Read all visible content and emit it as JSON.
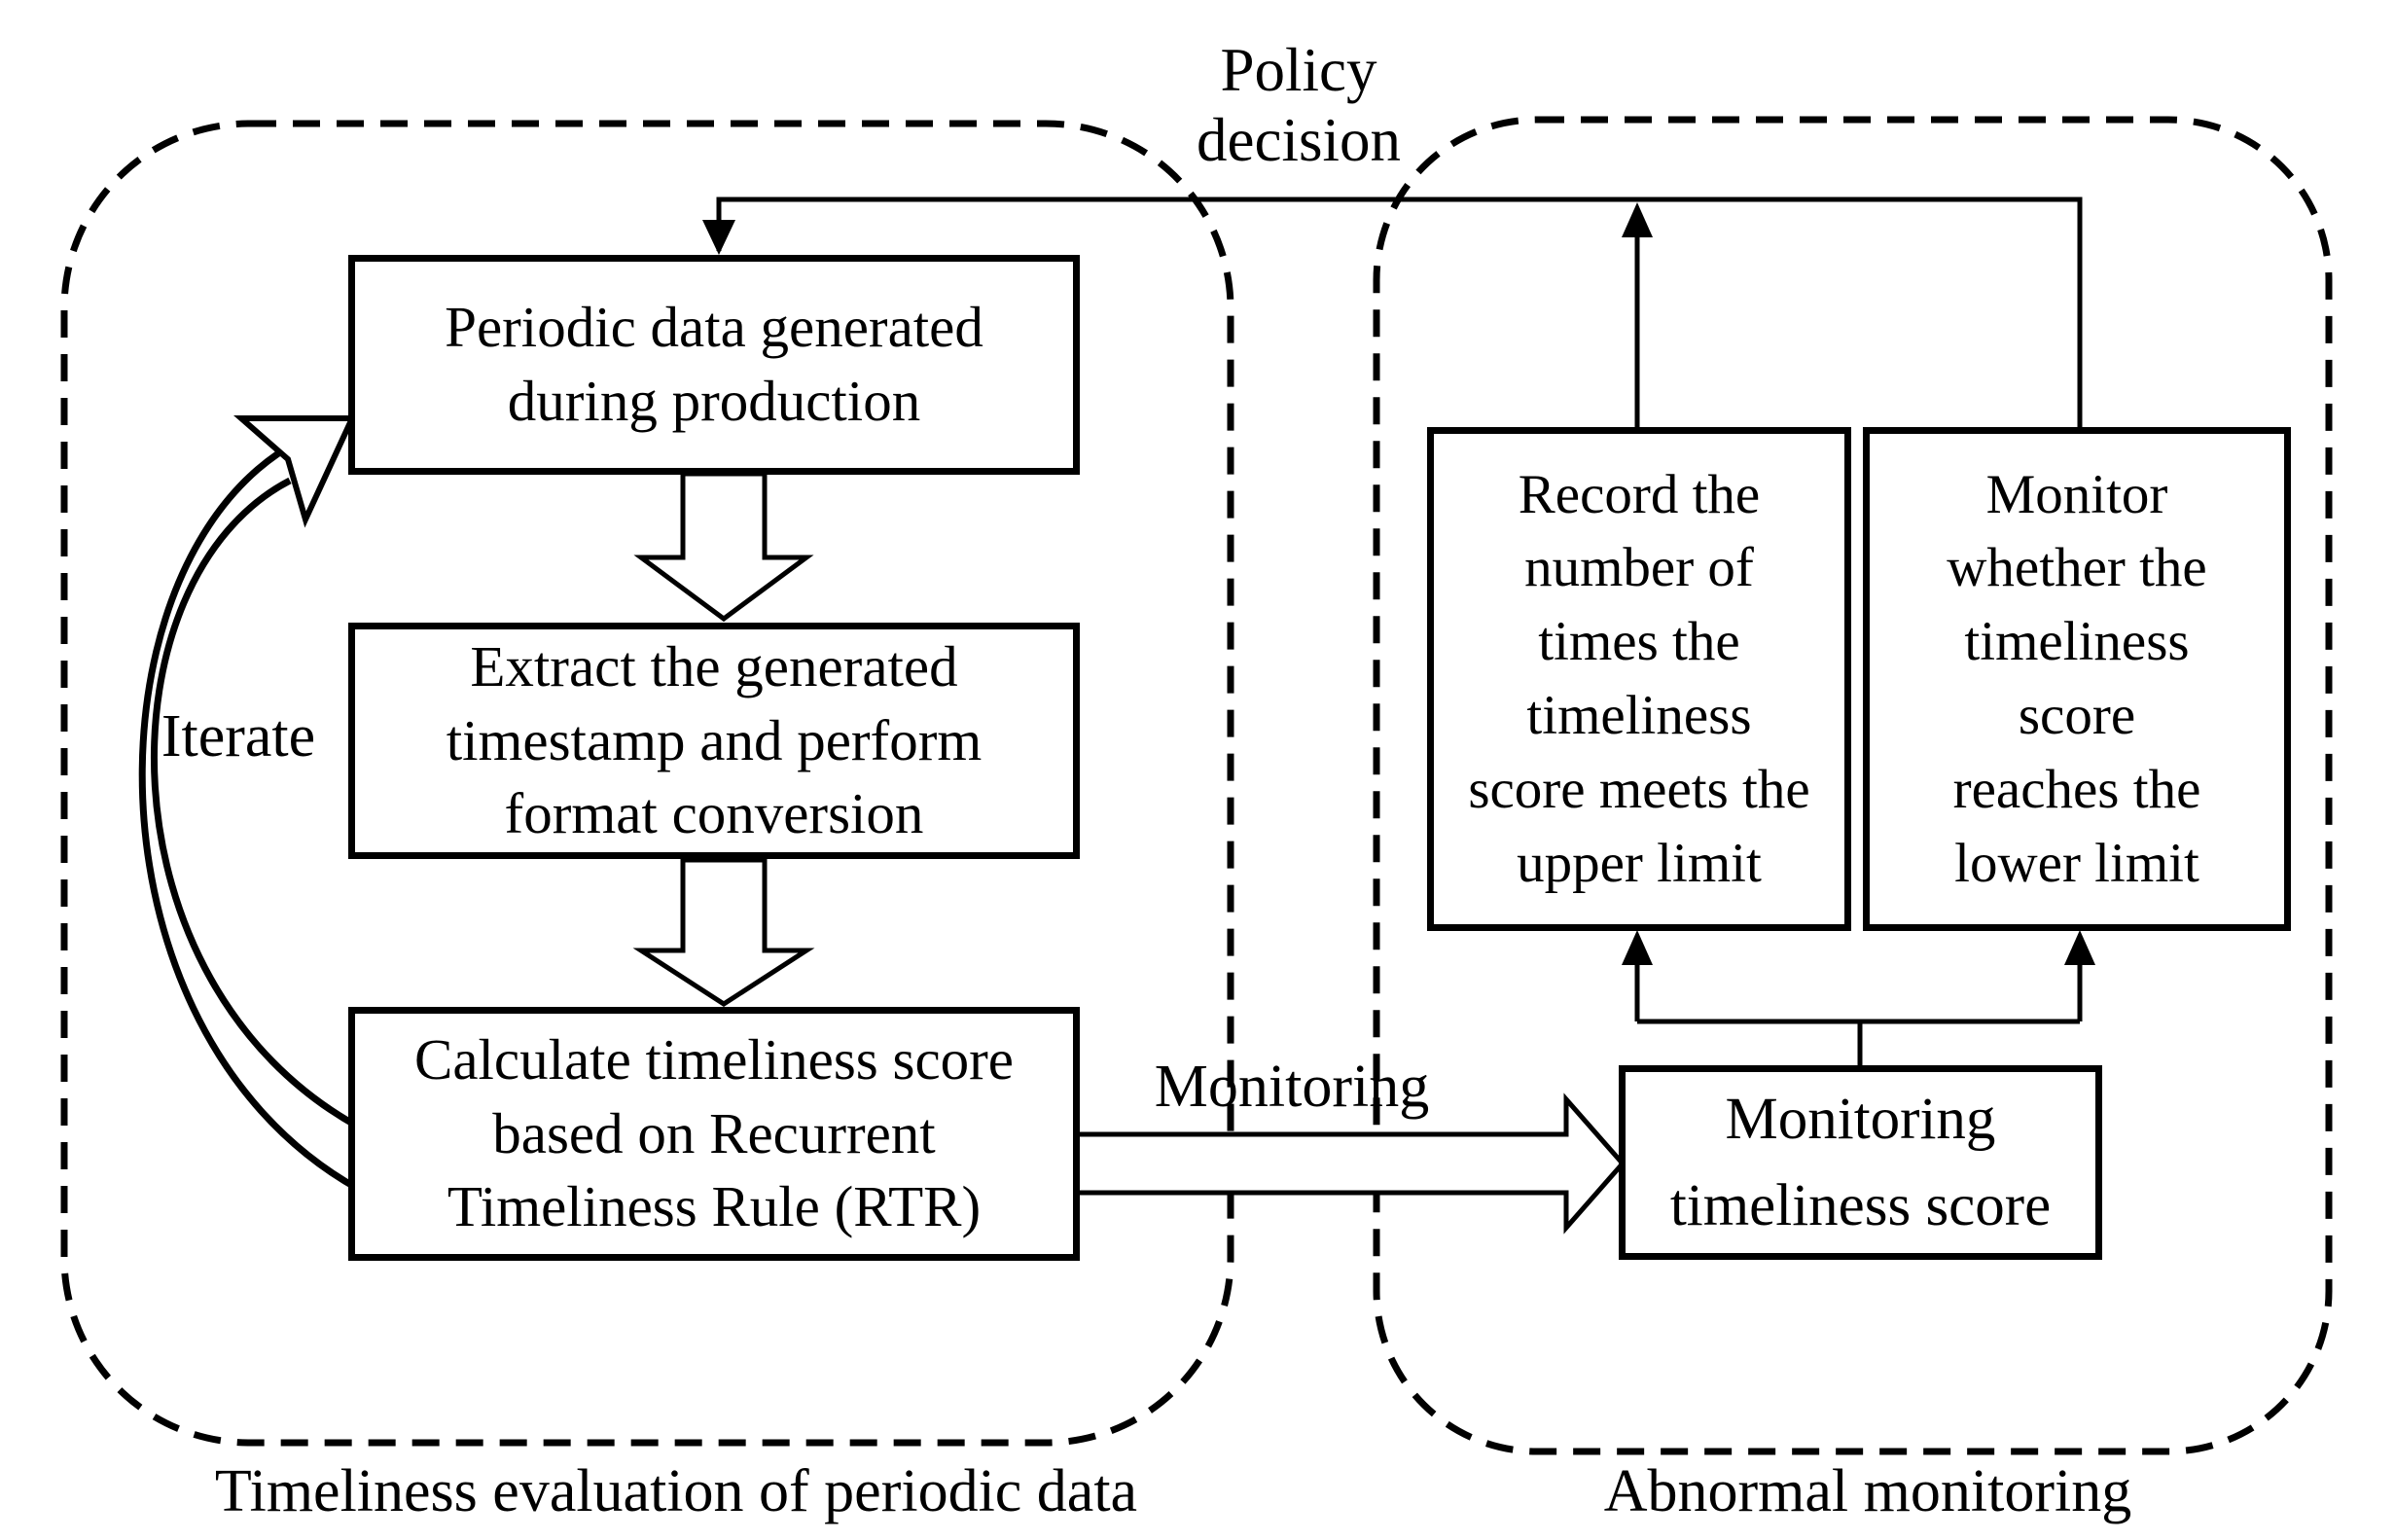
{
  "figure": {
    "colors": {
      "ink": "#000000",
      "background": "#ffffff"
    },
    "groups": {
      "left": {
        "caption": "Timeliness evaluation of periodic data"
      },
      "right": {
        "caption": "Abnormal monitoring"
      }
    },
    "nodes": {
      "periodic_data": {
        "lines": [
          "Periodic data generated",
          "during production"
        ]
      },
      "extract": {
        "lines": [
          "Extract the generated",
          "timestamp and perform",
          "format conversion"
        ]
      },
      "calculate": {
        "lines": [
          "Calculate timeliness score",
          "based on Recurrent",
          "Timeliness Rule (RTR)"
        ]
      },
      "record_upper": {
        "lines": [
          "Record the",
          "number of",
          "times the",
          "timeliness",
          "score meets the",
          "upper limit"
        ]
      },
      "monitor_lower": {
        "lines": [
          "Monitor",
          "whether the",
          "timeliness",
          "score",
          "reaches the",
          "lower limit"
        ]
      },
      "monitoring_score": {
        "lines": [
          "Monitoring",
          "timeliness score"
        ]
      }
    },
    "labels": {
      "policy_decision": {
        "lines": [
          "Policy",
          "decision"
        ]
      },
      "iterate": "Iterate",
      "monitoring": "Monitoring"
    }
  }
}
